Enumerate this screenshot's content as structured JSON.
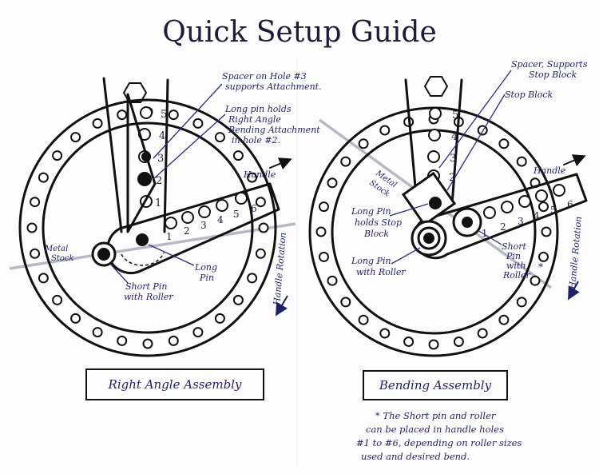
{
  "title": "Quick Setup Guide",
  "left": {
    "caption": "Right Angle Assembly",
    "hole_numbers": [
      "5",
      "4",
      "3",
      "2",
      "1"
    ],
    "handle_numbers": [
      "1",
      "2",
      "3",
      "4",
      "5",
      "6"
    ],
    "labels": {
      "spacer_1": "Spacer on Hole #3",
      "spacer_2": "supports Attachment.",
      "long_pin_1": "Long pin holds",
      "long_pin_2": "Right Angle",
      "long_pin_3": "Bending Attachment",
      "long_pin_4": "in hole #2.",
      "handle": "Handle",
      "metal_stock_1": "Metal",
      "metal_stock_2": "Stock",
      "long_pin_b_1": "Long",
      "long_pin_b_2": "Pin",
      "short_pin_1": "Short Pin",
      "short_pin_2": "with Roller",
      "rotation": "Handle Rotation"
    }
  },
  "right": {
    "caption": "Bending Assembly",
    "hole_numbers": [
      "5",
      "4",
      "3",
      "2"
    ],
    "handle_numbers": [
      "1",
      "2",
      "3",
      "4",
      "5",
      "6"
    ],
    "labels": {
      "spacer_1": "Spacer, Supports",
      "spacer_2": "Stop Block",
      "stop_block": "Stop Block",
      "handle": "Handle",
      "metal_stock_1": "Metal",
      "metal_stock_2": "Stock",
      "long_pin_stop_1": "Long Pin",
      "long_pin_stop_2": "holds Stop",
      "long_pin_stop_3": "Block",
      "long_pin_roller_1": "Long Pin",
      "long_pin_roller_2": "with Roller",
      "short_pin_1": "Short",
      "short_pin_2": "Pin",
      "short_pin_3": "with",
      "short_pin_4": "Roller",
      "asterisk": "*",
      "rotation": "Handle Rotation"
    }
  },
  "footnote": {
    "line1": "* The Short pin and roller",
    "line2": "can be placed in handle holes",
    "line3": "#1 to #6, depending on roller sizes",
    "line4": "used and desired bend."
  }
}
